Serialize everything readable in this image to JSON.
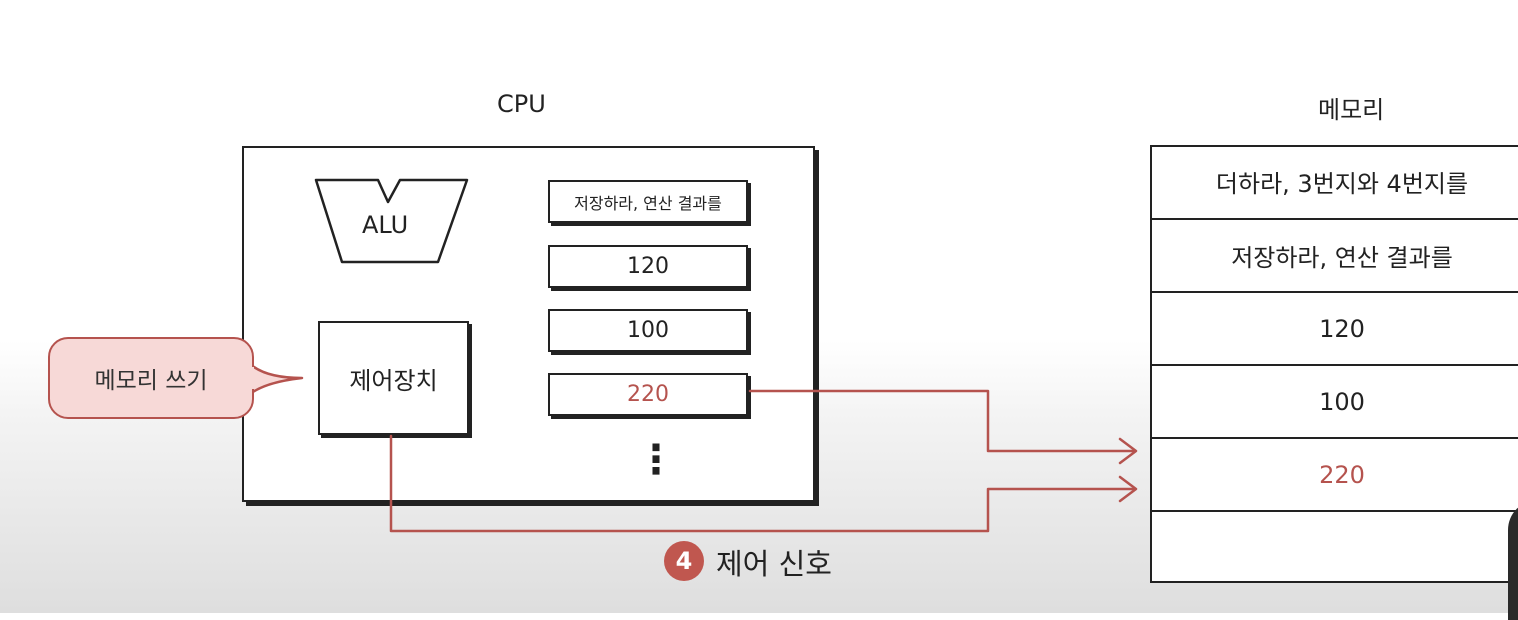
{
  "cpu": {
    "title": "CPU",
    "alu_label": "ALU",
    "control_unit_label": "제어장치",
    "registers": [
      {
        "value": "저장하라, 연산 결과를"
      },
      {
        "value": "120"
      },
      {
        "value": "100"
      },
      {
        "value": "220"
      }
    ],
    "ellipsis": "⋮"
  },
  "memory": {
    "title": "메모리",
    "cells": [
      {
        "value": "더하라, 3번지와 4번지를"
      },
      {
        "value": "저장하라, 연산 결과를"
      },
      {
        "value": "120"
      },
      {
        "value": "100"
      },
      {
        "value": "220"
      },
      {
        "value": ""
      }
    ]
  },
  "callout": {
    "text": "메모리 쓰기"
  },
  "control_signal": {
    "step": "4",
    "label": "제어 신호"
  },
  "colors": {
    "highlight": "#b5534e",
    "callout_fill": "#f7d9d7",
    "badge": "#c0574f"
  }
}
